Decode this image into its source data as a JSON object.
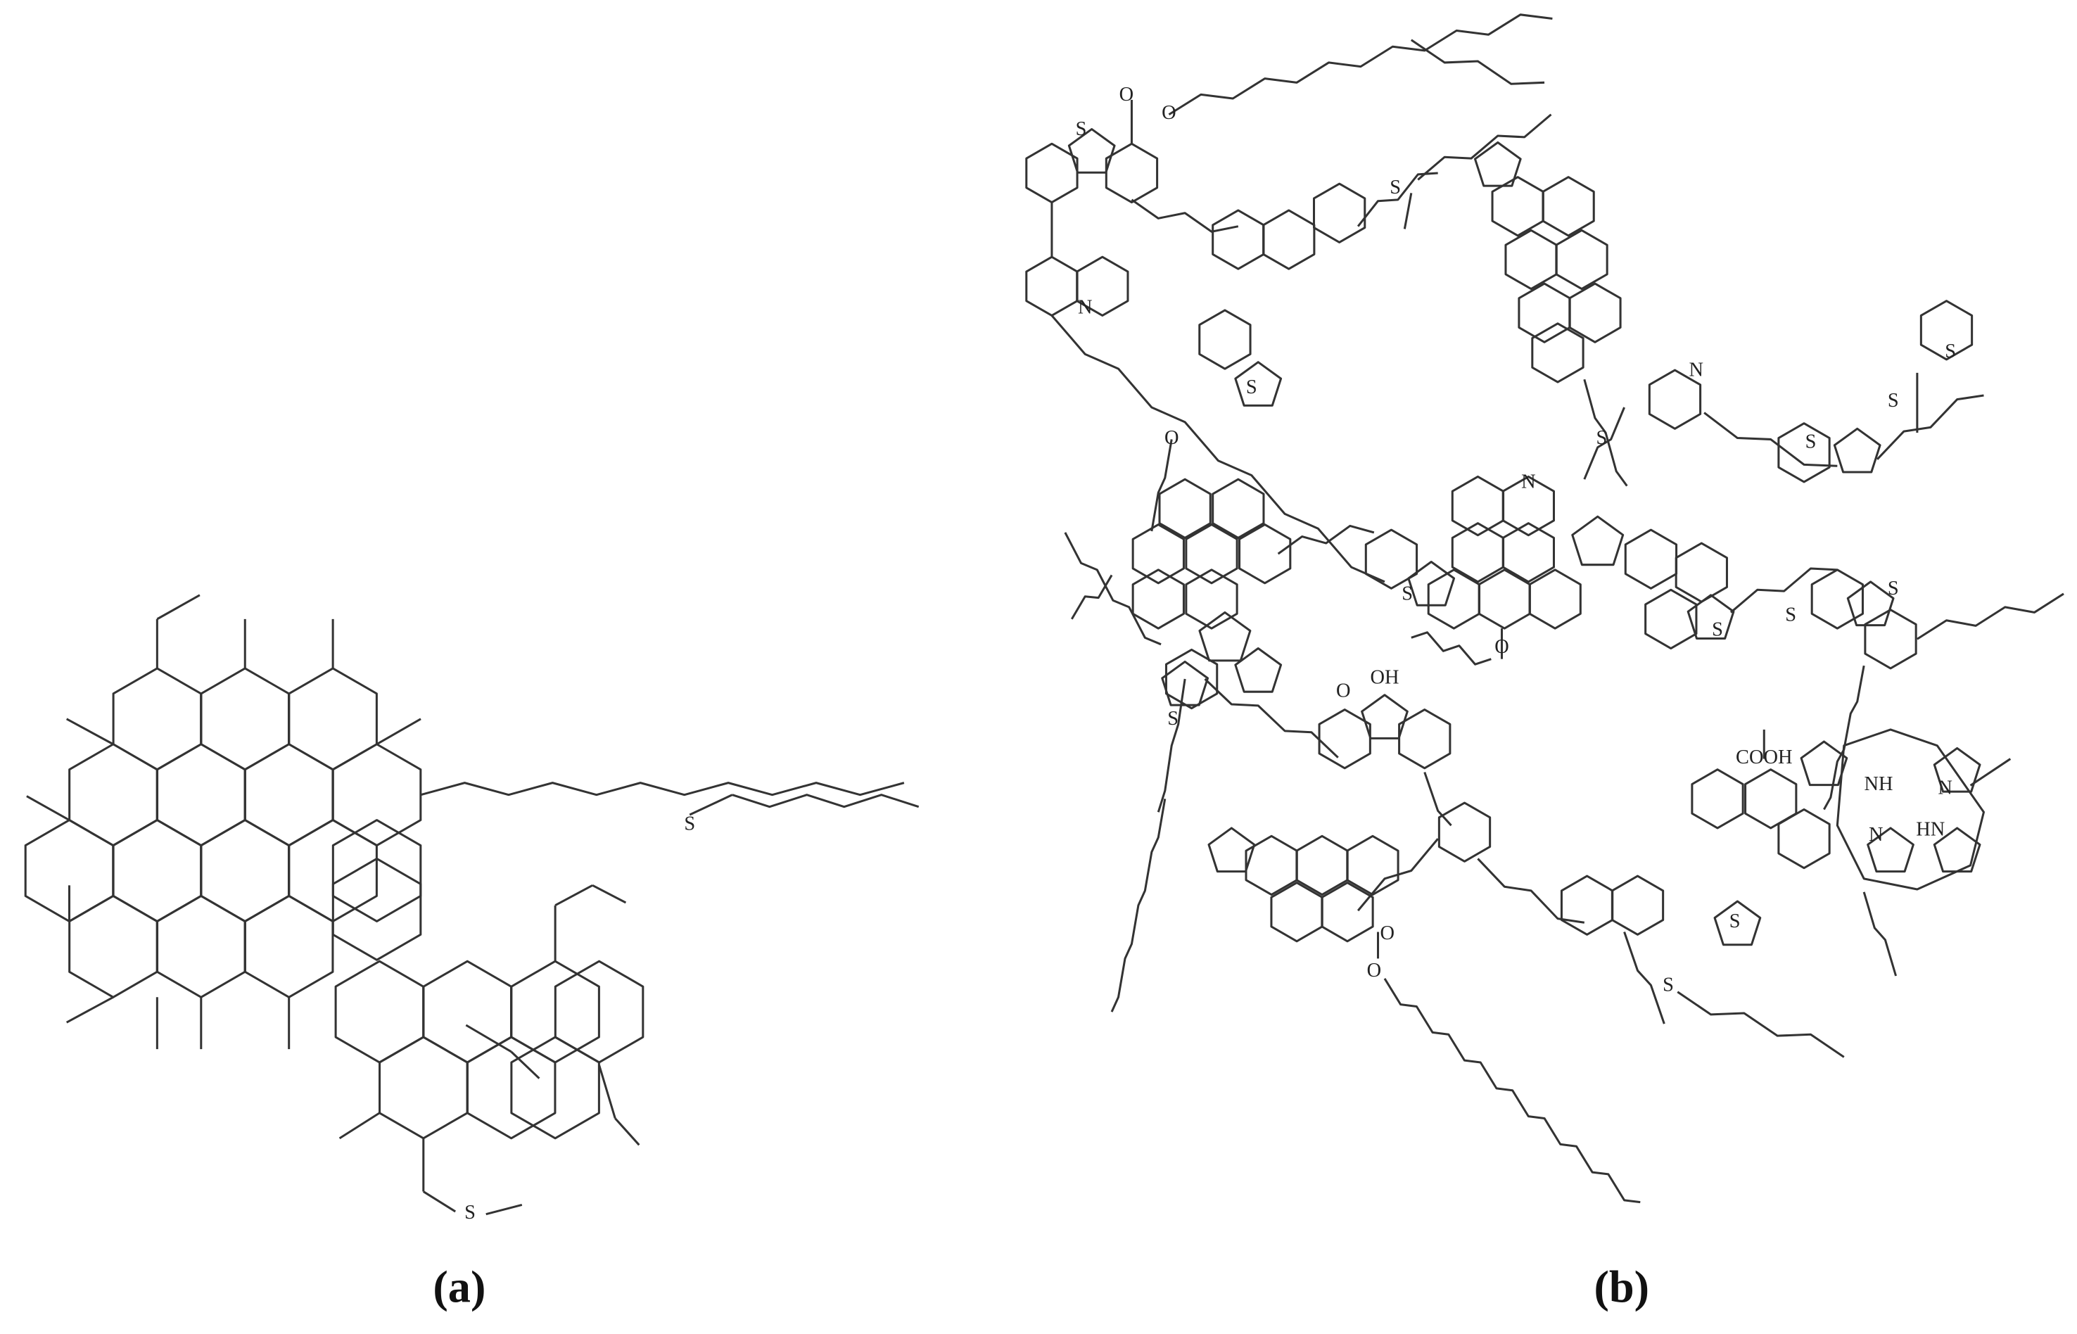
{
  "figure": {
    "panel_a": {
      "label": "(a)",
      "atoms": [
        "S",
        "S"
      ]
    },
    "panel_b": {
      "label": "(b)",
      "atoms": [
        "S",
        "O",
        "O",
        "N",
        "S",
        "S",
        "O",
        "S",
        "N",
        "S",
        "S",
        "S",
        "N",
        "S",
        "S",
        "S",
        "S",
        "O",
        "OH",
        "O",
        "S",
        "COOH",
        "NH",
        "N",
        "N",
        "HN",
        "S",
        "S",
        "O",
        "O"
      ]
    },
    "line_color": "#333333"
  }
}
